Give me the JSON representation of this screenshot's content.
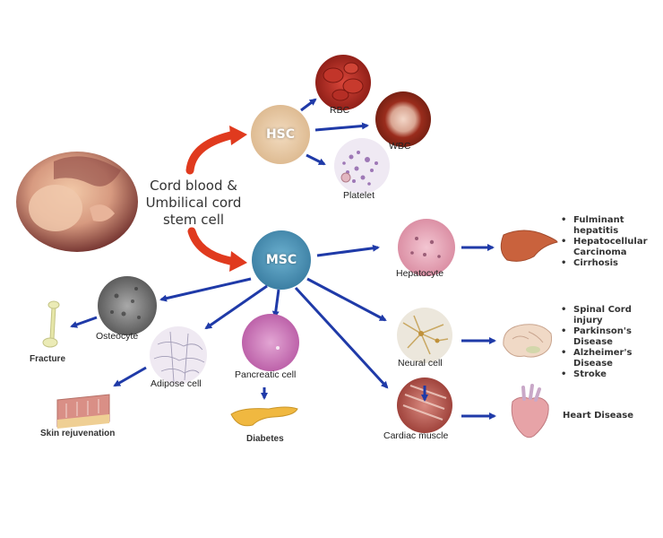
{
  "source": {
    "label_lines": [
      "Cord blood &",
      "Umbilical cord",
      "stem cell"
    ],
    "icon": "fetus-image"
  },
  "branches": {
    "hsc": {
      "label": "HSC",
      "children": [
        {
          "label": "RBC",
          "icon": "red-blood-cells-image"
        },
        {
          "label": "WBC",
          "icon": "white-blood-cell-image"
        },
        {
          "label": "Platelet",
          "icon": "platelets-image"
        }
      ]
    },
    "msc": {
      "label": "MSC",
      "children": [
        {
          "label": "Hepatocyte",
          "icon": "hepatocyte-image",
          "organ": "liver-icon",
          "diseases": [
            "Fulminant hepatitis",
            "Hepatocellular Carcinoma",
            "Cirrhosis"
          ]
        },
        {
          "label": "Neural cell",
          "icon": "neural-cell-image",
          "organ": "brain-icon",
          "diseases": [
            "Spinal Cord injury",
            "Parkinson's Disease",
            "Alzheimer's Disease",
            "Stroke"
          ]
        },
        {
          "label": "Cardiac muscle",
          "icon": "cardiac-muscle-image",
          "organ": "heart-icon",
          "diseases_text": "Heart  Disease"
        },
        {
          "label": "Osteocyte",
          "icon": "osteocyte-image",
          "organ": "bone-icon",
          "outcome": "Fracture"
        },
        {
          "label": "Adipose cell",
          "icon": "adipose-cell-image",
          "organ": "skin-icon",
          "outcome": "Skin rejuvenation"
        },
        {
          "label": "Pancreatic cell",
          "icon": "pancreatic-cell-image",
          "organ": "pancreas-icon",
          "outcome": "Diabetes"
        }
      ]
    }
  },
  "colors": {
    "arrow_blue": "#1f3aa8",
    "arrow_red": "#e03a1e",
    "hsc_fill": "#e9c9a0",
    "msc_fill": "#4a93b5",
    "rbc_fill": "#b0281e",
    "wbc_fill": "#8e2a18",
    "platelet_fill": "#e8dff0",
    "hepatocyte_fill": "#e5a7b8",
    "osteocyte_fill": "#7a7a7a",
    "adipose_fill": "#ece6f0",
    "pancreatic_fill": "#c76fb3",
    "neural_fill": "#e9e4d8",
    "cardiac_fill": "#b5524a",
    "liver_fill": "#c9623d",
    "brain_fill": "#f0d9c6",
    "heart_fill": "#e7a3a7",
    "bone_fill": "#e6e6a8",
    "skin_fill": "#d98f86",
    "pancreas_fill": "#f0b840"
  }
}
